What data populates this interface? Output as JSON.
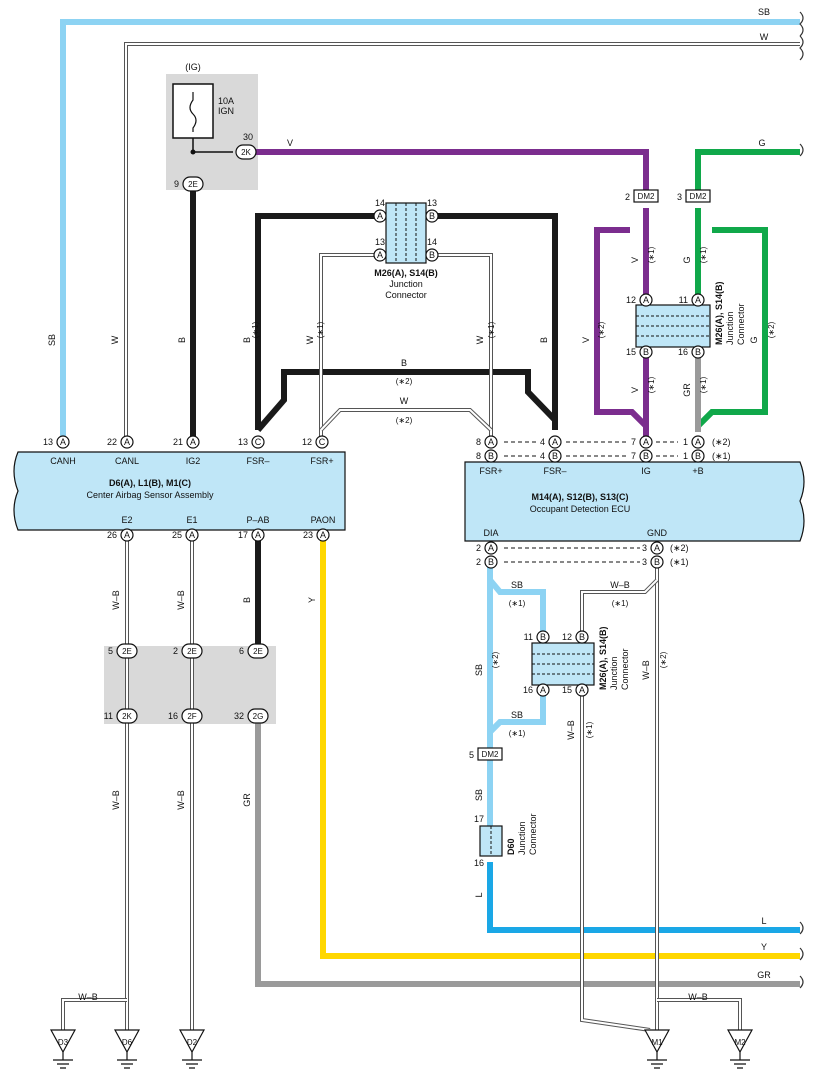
{
  "wire_colors": {
    "SB": "#8dd3f3",
    "W": "#ffffff",
    "V": "#7b2d8e",
    "G": "#10a84a",
    "B": "#1a1a1a",
    "GR": "#9a9a9a",
    "Y": "#ffd700",
    "L": "#1aa7e6",
    "WB": "#ffffff"
  },
  "wire_labels": {
    "sb": "SB",
    "w": "W",
    "v": "V",
    "g": "G",
    "b": "B",
    "gr": "GR",
    "y": "Y",
    "l": "L",
    "wb": "W–B"
  },
  "note": {
    "n1": "(∗1)",
    "n2": "(∗2)"
  },
  "fuse": {
    "title": "(IG)",
    "rating": "10A",
    "name": "IGN"
  },
  "junction_top": {
    "title": "M26(A), S14(B)",
    "line1": "Junction",
    "line2": "Connector"
  },
  "center_airbag": {
    "title": "D6(A), L1(B), M1(C)",
    "subtitle": "Center Airbag Sensor Assembly",
    "top_pins": [
      "CANH",
      "CANL",
      "IG2",
      "FSR–",
      "FSR+"
    ],
    "top_nums": [
      "13",
      "22",
      "21",
      "13",
      "12"
    ],
    "top_letters": [
      "A",
      "A",
      "A",
      "C",
      "C"
    ],
    "bottom_pins": [
      "E2",
      "E1",
      "P–AB",
      "PAON"
    ],
    "bottom_nums": [
      "26",
      "25",
      "17",
      "23"
    ],
    "bottom_letters": [
      "A",
      "A",
      "A",
      "A"
    ]
  },
  "occupant_ecu": {
    "title": "M14(A), S12(B), S13(C)",
    "subtitle": "Occupant Detection ECU",
    "top_pins": [
      "FSR+",
      "FSR–",
      "IG",
      "+B"
    ],
    "bottom_pins": [
      "DIA",
      "GND"
    ]
  },
  "connectors": {
    "2k": "2K",
    "2e": "2E",
    "2f": "2F",
    "2g": "2G",
    "dm2": "DM2",
    "a": "A",
    "b": "B",
    "c": "C"
  },
  "nums": {
    "n30": "30",
    "n9": "9",
    "n14": "14",
    "n13": "13",
    "n12": "12",
    "n11": "11",
    "n15": "15",
    "n16": "16",
    "n8": "8",
    "n4": "4",
    "n7": "7",
    "n1": "1",
    "n2": "2",
    "n3": "3",
    "n5": "5",
    "n6": "6",
    "n32": "32",
    "n17": "17"
  },
  "junction_mid": {
    "title": "M26(A), S14(B)",
    "line1": "Junction",
    "line2": "Connector"
  },
  "junction_low": {
    "title": "M26(A), S14(B)",
    "line1": "Junction",
    "line2": "Connector"
  },
  "d60": {
    "title": "D60",
    "line1": "Junction",
    "line2": "Connector"
  },
  "grounds": [
    "D3",
    "D6",
    "D2",
    "M1",
    "M2"
  ]
}
